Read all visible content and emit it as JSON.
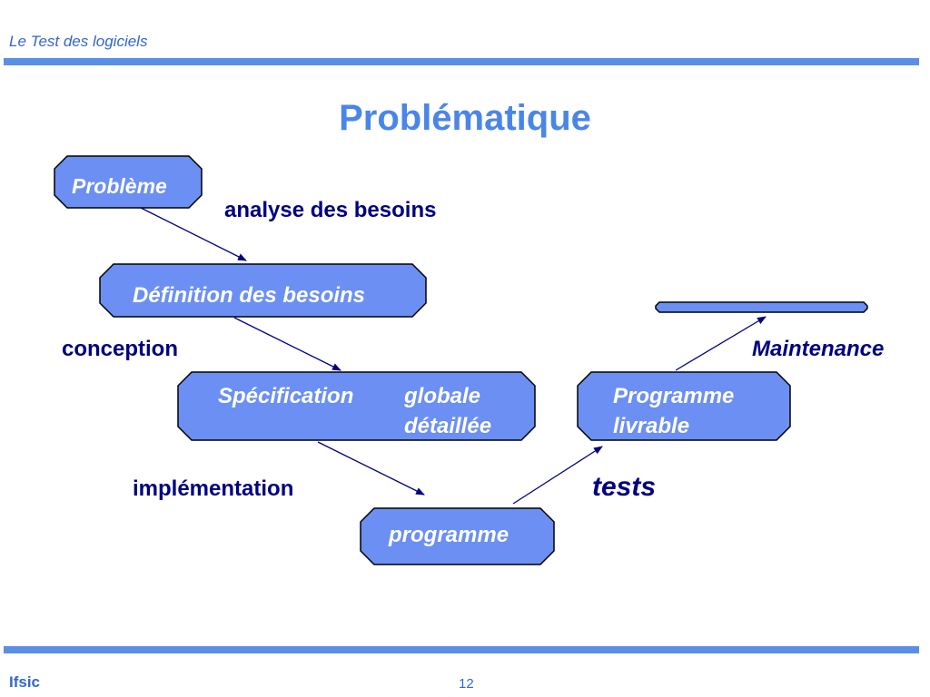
{
  "header": {
    "title": "Le Test des logiciels"
  },
  "slide": {
    "title": "Problématique"
  },
  "nodes": {
    "probleme": "Problème",
    "definition": "Définition des besoins",
    "specification": "Spécification",
    "spec_globale": "globale",
    "spec_detaillee": "détaillée",
    "programme": "programme",
    "livrable_line1": "Programme",
    "livrable_line2": "livrable"
  },
  "labels": {
    "analyse": "analyse des besoins",
    "conception": "conception",
    "implementation": "implémentation",
    "tests": "tests",
    "maintenance": "Maintenance"
  },
  "footer": {
    "org": "Ifsic",
    "page": "12"
  },
  "colors": {
    "node_fill": "#6b8ff2",
    "node_stroke": "#000000",
    "arrow": "#000080",
    "label": "#000080",
    "title": "#4a86e8",
    "rule": "#5b8ee6"
  }
}
